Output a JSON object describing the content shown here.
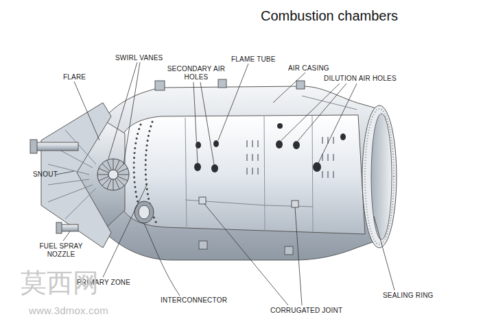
{
  "diagram": {
    "title": "Combustion chambers",
    "labels": [
      "SWIRL VANES",
      "FLAME TUBE",
      "AIR CASING",
      "FLARE",
      "SECONDARY AIR HOLES",
      "DILUTION AIR HOLES",
      "SNOUT",
      "FUEL SPRAY NOZZLE",
      "PRIMARY ZONE",
      "INTERCONNECTOR",
      "CORRUGATED JOINT",
      "SEALING RING",
      "莫西网",
      "www.3dmox.com"
    ]
  }
}
